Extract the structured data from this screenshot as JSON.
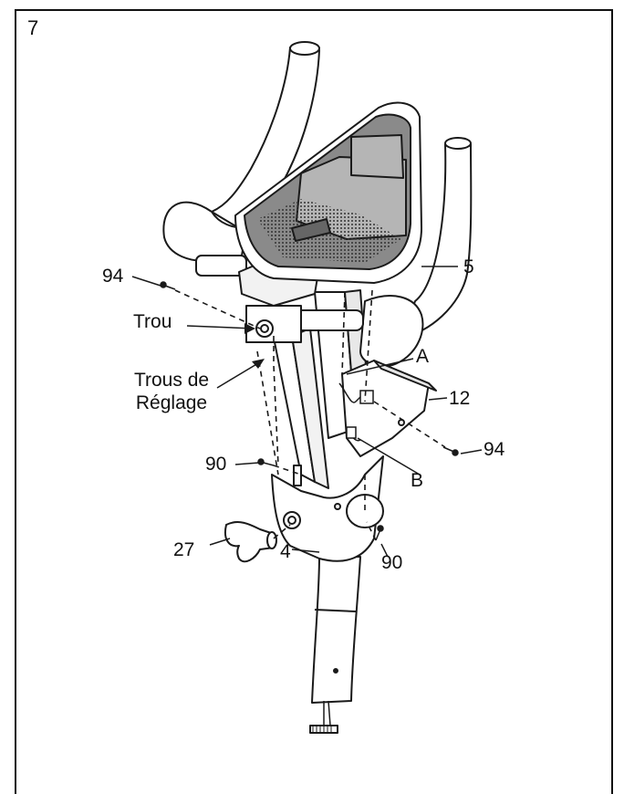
{
  "step": "7",
  "callouts": {
    "screw_94_left": "94",
    "handlebar_5": "5",
    "trou": "Trou",
    "trous_de_reglage_line1": "Trous de",
    "trous_de_reglage_line2": "Réglage",
    "wire_a": "A",
    "cover_12": "12",
    "screw_94_right": "94",
    "screw_90_left": "90",
    "wire_b": "B",
    "knob_27": "27",
    "screw_90_right": "90",
    "post_4": "4"
  },
  "colors": {
    "line": "#1a1a1a",
    "panel": "#8a8a8a",
    "screen": "#b5b5b5",
    "shade": "#d9d9d9"
  }
}
